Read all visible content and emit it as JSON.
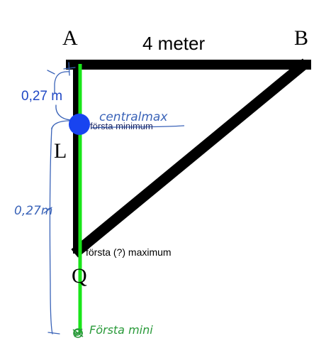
{
  "labels": {
    "A": "A",
    "B": "B",
    "L": "L",
    "Q": "Q",
    "side_length": "4 meter",
    "distance_top": "0,27 m",
    "distance_side": "0,27m",
    "first_minimum": "första minimum",
    "central_max": "centralmax",
    "first_maximum": "första (?) maximum",
    "first_min_bottom": "Första mini"
  },
  "colors": {
    "triangle": "#000000",
    "beam": "#19e619",
    "dot": "#1844f0",
    "annotation_blue": "#3a63b8",
    "annotation_green": "#2a9a3a"
  }
}
